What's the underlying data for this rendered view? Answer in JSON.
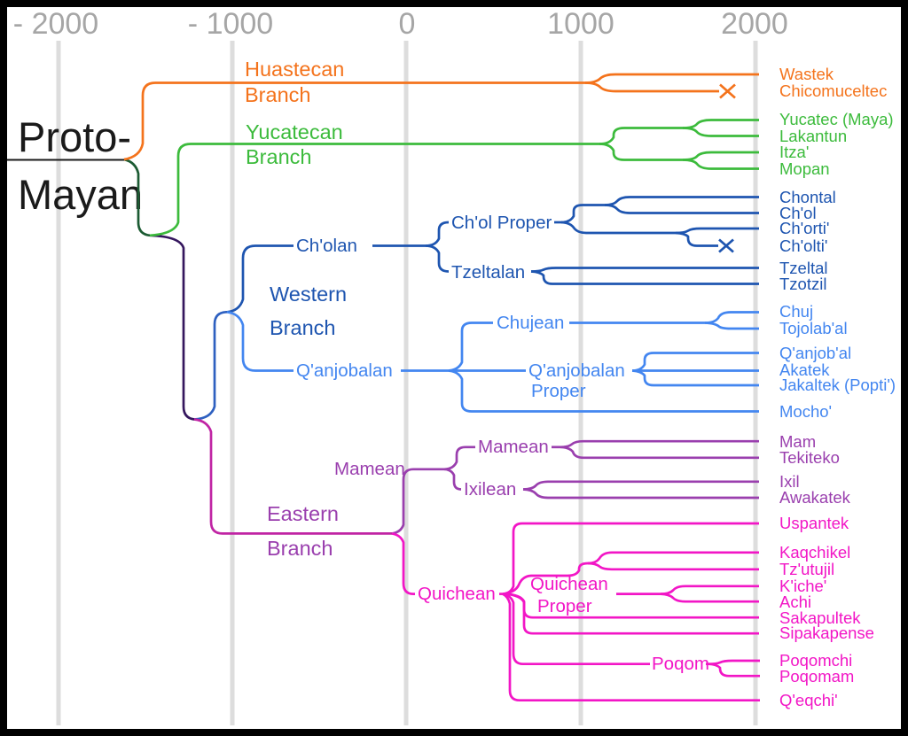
{
  "colors": {
    "orange": "#F4731C",
    "green": "#3CBB3C",
    "dark_green": "#1C5B33",
    "dark_blue": "#1E55B0",
    "light_blue": "#4386F0",
    "indigo": "#35175E",
    "medium_blue": "#2E60C0",
    "purple": "#9A3FAE",
    "magenta": "#F216C6",
    "magenta_purple": "#C024A4",
    "axis_text": "#A6A6A6",
    "gridline": "#DDDDDD",
    "black": "#1A1A1A",
    "background": "#FFFFFF",
    "frame": "#000000"
  },
  "root": {
    "line1": "Proto-",
    "line2": "Mayan"
  },
  "timeline": {
    "ticks": [
      "- 2000",
      "- 1000",
      "0",
      "1000",
      "2000"
    ]
  },
  "branches": {
    "huastecan": {
      "label_line1": "Huastecan",
      "label_line2": "Branch"
    },
    "yucatecan": {
      "label_line1": "Yucatecan",
      "label_line2": "Branch"
    },
    "western": {
      "label_line1": "Western",
      "label_line2": "Branch"
    },
    "eastern": {
      "label_line1": "Eastern",
      "label_line2": "Branch"
    },
    "cholan": {
      "label": "Ch'olan"
    },
    "chol_proper": {
      "label": "Ch'ol Proper"
    },
    "tzeltalan": {
      "label": "Tzeltalan"
    },
    "qanjobalan": {
      "label": "Q'anjobalan"
    },
    "chujean": {
      "label": "Chujean"
    },
    "qanjobalan_proper": {
      "label_line1": "Q'anjobalan",
      "label_line2": "Proper"
    },
    "mamean": {
      "label": "Mamean"
    },
    "mamean_proper": {
      "label": "Mamean"
    },
    "ixilean": {
      "label": "Ixilean"
    },
    "quichean": {
      "label": "Quichean"
    },
    "quichean_proper": {
      "label_line1": "Quichean",
      "label_line2": "Proper"
    },
    "poqom": {
      "label": "Poqom"
    }
  },
  "leaves": {
    "wastek": "Wastek",
    "chicomuceltec": "Chicomuceltec",
    "yucatec": "Yucatec (Maya)",
    "lakantun": "Lakantun",
    "itza": "Itza'",
    "mopan": "Mopan",
    "chontal": "Chontal",
    "chol": "Ch'ol",
    "chorti": "Ch'orti'",
    "cholti": "Ch'olti'",
    "tzeltal": "Tzeltal",
    "tzotzil": "Tzotzil",
    "chuj": "Chuj",
    "tojolabal": "Tojolab'al",
    "qanjobal": "Q'anjob'al",
    "akatek": "Akatek",
    "jakaltek": "Jakaltek (Popti')",
    "mocho": "Mocho'",
    "mam": "Mam",
    "tekiteko": "Tekiteko",
    "ixil": "Ixil",
    "awakatek": "Awakatek",
    "uspantek": "Uspantek",
    "kaqchikel": "Kaqchikel",
    "tzutujil": "Tz'utujil",
    "kiche": "K'iche'",
    "achi": "Achi",
    "sakapultek": "Sakapultek",
    "sipakapense": "Sipakapense",
    "poqomchi": "Poqomchi",
    "poqomam": "Poqomam",
    "qeqchi": "Q'eqchi'"
  },
  "tree": {
    "name": "Proto-Mayan",
    "children": [
      {
        "name": "Huastecan Branch",
        "children": [
          {
            "name": "Wastek"
          },
          {
            "name": "Chicomuceltec",
            "extinct": true
          }
        ]
      },
      {
        "name": "Yucatecan Branch",
        "children": [
          {
            "name": "Yucatec (Maya)"
          },
          {
            "name": "Lakantun"
          },
          {
            "name": "Itza'"
          },
          {
            "name": "Mopan"
          }
        ]
      },
      {
        "name": "Western Branch",
        "children": [
          {
            "name": "Ch'olan",
            "children": [
              {
                "name": "Ch'ol Proper",
                "children": [
                  {
                    "name": "Chontal"
                  },
                  {
                    "name": "Ch'ol"
                  },
                  {
                    "name": "Ch'orti'"
                  },
                  {
                    "name": "Ch'olti'",
                    "extinct": true
                  }
                ]
              },
              {
                "name": "Tzeltalan",
                "children": [
                  {
                    "name": "Tzeltal"
                  },
                  {
                    "name": "Tzotzil"
                  }
                ]
              }
            ]
          },
          {
            "name": "Q'anjobalan",
            "children": [
              {
                "name": "Chujean",
                "children": [
                  {
                    "name": "Chuj"
                  },
                  {
                    "name": "Tojolab'al"
                  }
                ]
              },
              {
                "name": "Q'anjobalan Proper",
                "children": [
                  {
                    "name": "Q'anjob'al"
                  },
                  {
                    "name": "Akatek"
                  },
                  {
                    "name": "Jakaltek (Popti')"
                  }
                ]
              },
              {
                "name": "Mocho'"
              }
            ]
          }
        ]
      },
      {
        "name": "Eastern Branch",
        "children": [
          {
            "name": "Mamean",
            "children": [
              {
                "name": "Mamean",
                "children": [
                  {
                    "name": "Mam"
                  },
                  {
                    "name": "Tekiteko"
                  }
                ]
              },
              {
                "name": "Ixilean",
                "children": [
                  {
                    "name": "Ixil"
                  },
                  {
                    "name": "Awakatek"
                  }
                ]
              }
            ]
          },
          {
            "name": "Quichean",
            "children": [
              {
                "name": "Uspantek"
              },
              {
                "name": "Quichean Proper",
                "children": [
                  {
                    "name": "Kaqchikel"
                  },
                  {
                    "name": "Tz'utujil"
                  },
                  {
                    "name": "K'iche'"
                  },
                  {
                    "name": "Achi"
                  },
                  {
                    "name": "Sakapultek"
                  },
                  {
                    "name": "Sipakapense"
                  }
                ]
              },
              {
                "name": "Poqom",
                "children": [
                  {
                    "name": "Poqomchi"
                  },
                  {
                    "name": "Poqomam"
                  }
                ]
              },
              {
                "name": "Q'eqchi'"
              }
            ]
          }
        ]
      }
    ]
  }
}
